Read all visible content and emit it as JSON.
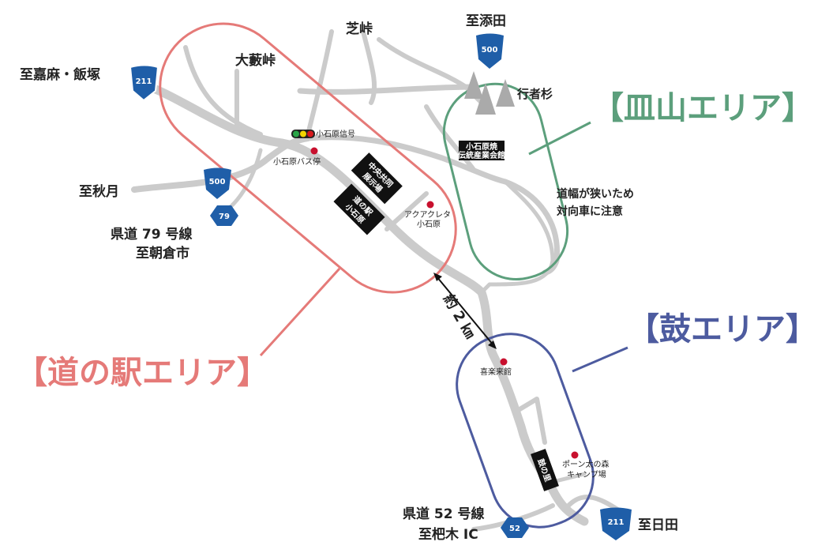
{
  "colors": {
    "michi_no_eki": "#e57a78",
    "sarayama": "#5c9f7c",
    "tsuzumi": "#4d5b9f",
    "road": "#cbcbcb",
    "route_shield": "#1f5ea8",
    "poi": "#c8102e"
  },
  "areas": {
    "michi_no_eki": "【道の駅エリア】",
    "sarayama": "【皿山エリア】",
    "tsuzumi": "【鼓エリア】"
  },
  "destinations": {
    "kama_iizuka": "至嘉麻・飯塚",
    "ooyabu": "大藪峠",
    "shiba": "芝峠",
    "soeda": "至添田",
    "akizuki": "至秋月",
    "pref79_line1": "県道 79 号線",
    "pref79_line2": "至朝倉市",
    "pref52_line1": "県道 52 号線",
    "pref52_line2": "至杷木 IC",
    "hita": "至日田"
  },
  "shields": {
    "r211_top": "211",
    "r500_top": "500",
    "r500_left": "500",
    "p79": "79",
    "p52": "52",
    "r211_bottom": "211"
  },
  "pois": {
    "signal": "小石原信号",
    "bus_stop": "小石原バス停",
    "acua_line1": "アクアクレタ",
    "acua_line2": "小石原",
    "kirakukan": "喜楽来館",
    "ponta_line1": "ポーン太の森",
    "ponta_line2": "キャンプ場",
    "gyojasugi": "行者杉"
  },
  "signs": {
    "chuo_line1": "中央共同",
    "chuo_line2": "展示場",
    "michi_line1": "道の駅",
    "michi_line2": "小石原",
    "dento_line1": "小石原焼",
    "dento_line2": "伝統産業会館",
    "tsuzumi_sato": "鼓の里"
  },
  "notes": {
    "narrow_line1": "道幅が狭いため",
    "narrow_line2": "対向車に注意",
    "distance": "約 2 ㎞"
  }
}
